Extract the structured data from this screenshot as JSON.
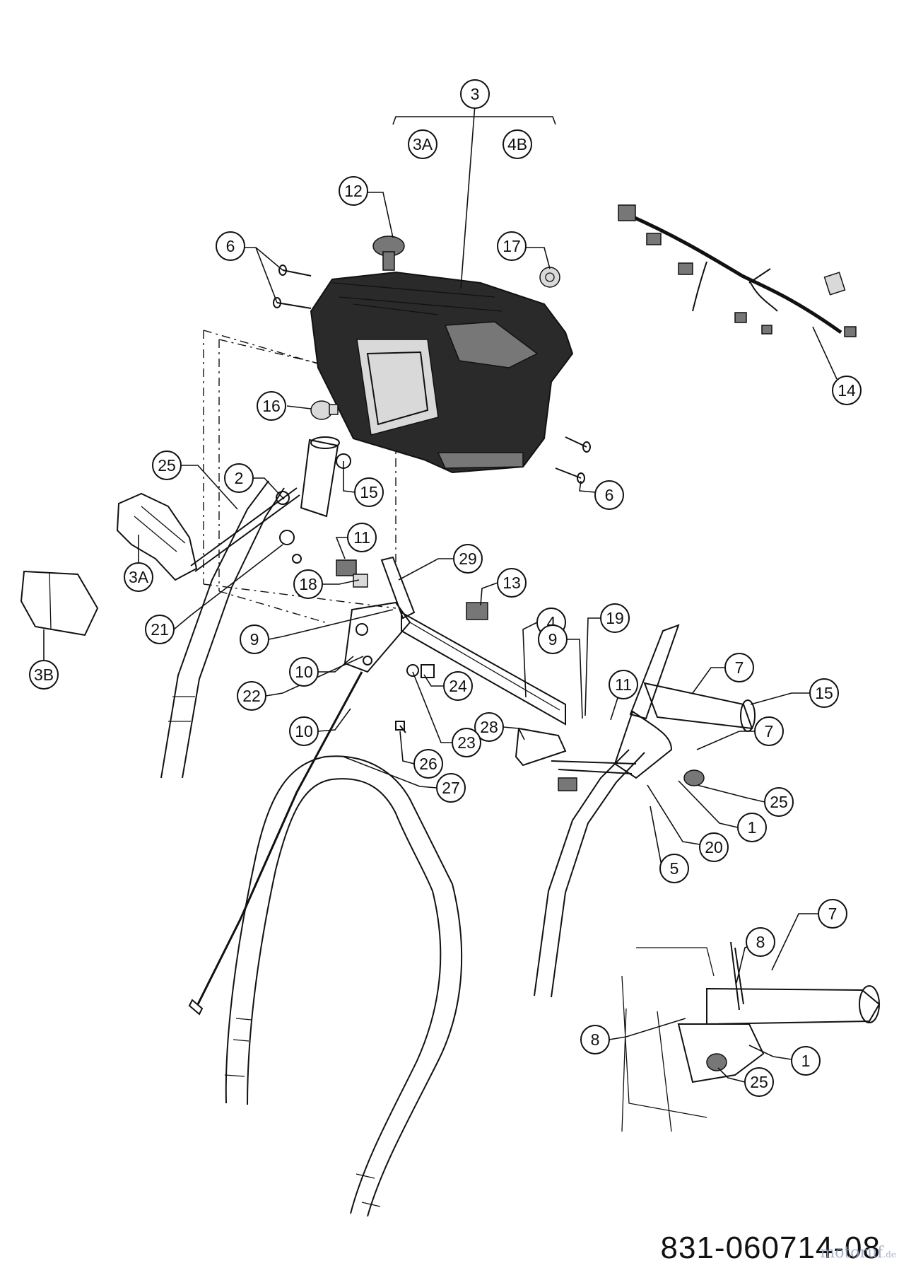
{
  "diagram": {
    "labels": [
      "3",
      "3A",
      "4B",
      "12",
      "17",
      "6",
      "14",
      "16",
      "25",
      "2",
      "15",
      "11",
      "29",
      "3A",
      "3B",
      "18",
      "21",
      "13",
      "4",
      "19",
      "9",
      "9",
      "11",
      "10",
      "22",
      "24",
      "7",
      "15",
      "10",
      "28",
      "23",
      "7",
      "26",
      "27",
      "25",
      "1",
      "20",
      "5",
      "7",
      "8",
      "8",
      "1",
      "25",
      "6"
    ],
    "part_number": "831-060714-08",
    "watermark": {
      "name": "motoruf",
      "tld": ".de"
    }
  }
}
